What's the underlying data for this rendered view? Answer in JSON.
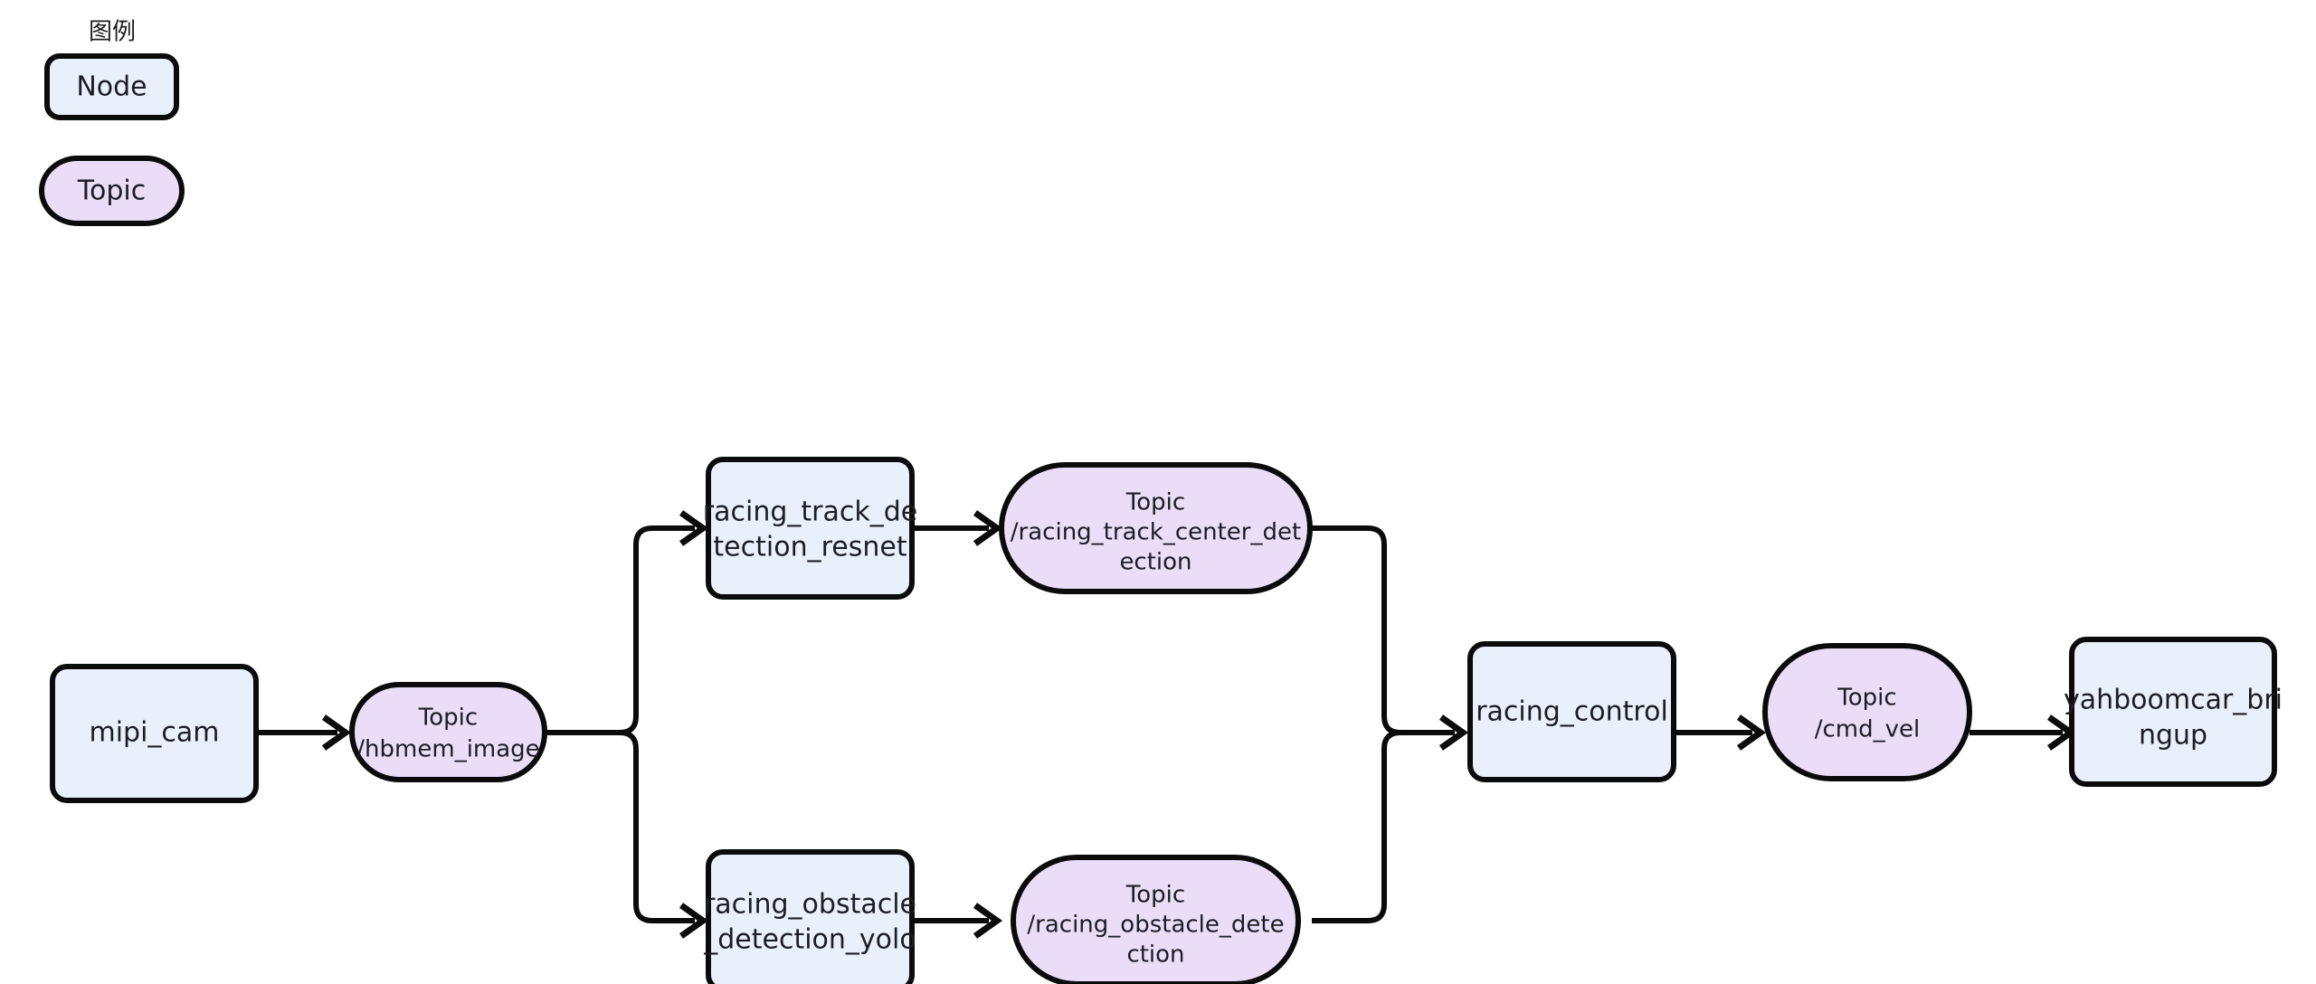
{
  "diagram": {
    "type": "ros-node-graph",
    "background_color": "#ffffff",
    "node_fill": "#eaf0fb",
    "topic_fill": "#e9ddf8",
    "stroke_color": "#0b0b0b",
    "text_color": "#1d1d23"
  },
  "legend": {
    "title": "图例",
    "node_label": "Node",
    "topic_label": "Topic"
  },
  "nodes": {
    "mipi_cam": {
      "label": "mipi_cam",
      "kind": "node"
    },
    "hbmem_image": {
      "line1": "Topic",
      "line2": "/hbmem_image",
      "kind": "topic"
    },
    "track_detection": {
      "line1": "racing_track_de",
      "line2": "tection_resnet",
      "kind": "node"
    },
    "track_center_topic": {
      "line1": "Topic",
      "line2": "/racing_track_center_det",
      "line3": "ection",
      "kind": "topic"
    },
    "obstacle_detection": {
      "line1": "racing_obstacle",
      "line2": "_detection_yolo",
      "kind": "node"
    },
    "obstacle_topic": {
      "line1": "Topic",
      "line2": "/racing_obstacle_dete",
      "line3": "ction",
      "kind": "topic"
    },
    "racing_control": {
      "label": "racing_control",
      "kind": "node"
    },
    "cmd_vel": {
      "line1": "Topic",
      "line2": "/cmd_vel",
      "kind": "topic"
    },
    "bringup": {
      "line1": "yahboomcar_bri",
      "line2": "ngup",
      "kind": "node"
    }
  },
  "edges": [
    {
      "from": "mipi_cam",
      "to": "hbmem_image"
    },
    {
      "from": "hbmem_image",
      "to": "track_detection"
    },
    {
      "from": "hbmem_image",
      "to": "obstacle_detection"
    },
    {
      "from": "track_detection",
      "to": "track_center_topic"
    },
    {
      "from": "obstacle_detection",
      "to": "obstacle_topic"
    },
    {
      "from": "track_center_topic",
      "to": "racing_control"
    },
    {
      "from": "obstacle_topic",
      "to": "racing_control"
    },
    {
      "from": "racing_control",
      "to": "cmd_vel"
    },
    {
      "from": "cmd_vel",
      "to": "bringup"
    }
  ]
}
